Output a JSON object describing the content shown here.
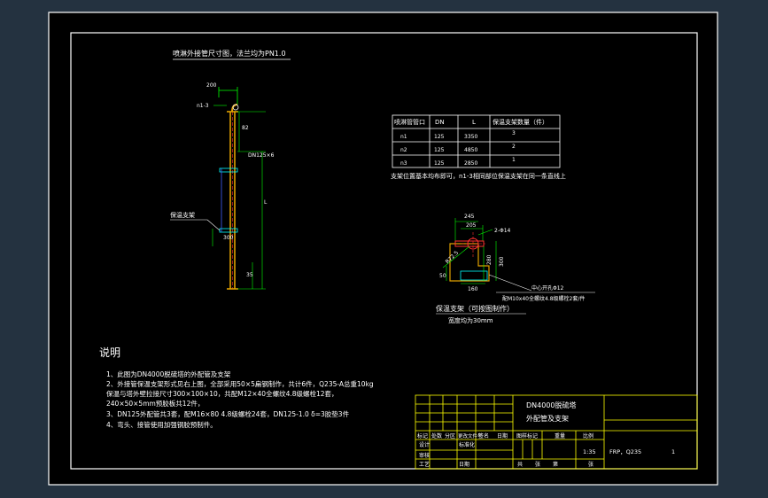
{
  "drawing": {
    "title": "喷淋外接管尺寸图，法兰均为PN1.0",
    "dims": {
      "d200": "200",
      "n1": "n1-3",
      "d82": "82",
      "dn": "DN125×6",
      "l": "L",
      "d300": "300",
      "d35": "35",
      "support_label": "保温支架"
    },
    "table": {
      "headers": [
        "喷淋管管口",
        "DN",
        "L",
        "保温支架数量（件）"
      ],
      "rows": [
        [
          "n1",
          "125",
          "3350",
          "3"
        ],
        [
          "n2",
          "125",
          "4850",
          "2"
        ],
        [
          "n3",
          "125",
          "2850",
          "1"
        ]
      ],
      "note": "支架位置基本均布即可，n1-3相同部位保温支架在同一条直线上"
    },
    "detail": {
      "d245": "245",
      "d205": "205",
      "d4m14": "2-Φ14",
      "d280": "280",
      "d300": "300",
      "d50": "50",
      "d160": "160",
      "r": "R72.5",
      "center": "中心开孔Φ12",
      "weld": "配M10x40全螺纹4.8级螺栓2套/件",
      "caption": "保温支架（可按图制作）",
      "width_note": "宽度均为30mm"
    }
  },
  "notes": {
    "heading": "说明",
    "lines": [
      "1、此图为DN4000脱硫塔的外配管及支架",
      "2、外接管保温支架形式见右上图，全部采用50×5扁钢制作，共计6件，Q235-A总重10kg",
      "保温与塔外壁拉接尺寸300×100×10，共配M12×40全螺纹4.8级螺栓12套，",
      "240×50×5mm预胶板共12件，",
      "3、DN125外配管共3套，配M16×80 4.8级螺栓24套，DN125-1.0 δ=3胶垫3件",
      "4、弯头、接管使用加强钢胶预制件。"
    ]
  },
  "titleblock": {
    "name_line1": "DN4000脱硫塔",
    "name_line2": "外配管及支架",
    "scale": "1:35",
    "material": "FRP，Q235",
    "count": "1",
    "hdr_labels": [
      "标记",
      "处数",
      "分区",
      "更改文件号",
      "签名",
      "日期"
    ],
    "row_labels": [
      "设计",
      "标准化",
      "审核",
      "工艺",
      "日期"
    ],
    "col_labels": [
      "图样标记",
      "重量",
      "比例"
    ],
    "bottom_labels": [
      "共",
      "张",
      "第",
      "张"
    ]
  },
  "colors": {
    "background": "#243240",
    "paper": "#000000",
    "frame": "#ffffff",
    "text": "#ffffff",
    "yellow": "#ffff00",
    "cyan": "#00ffff",
    "green": "#00ff00",
    "red": "#ff3030",
    "pipe": "#e0a000",
    "blue": "#4060ff"
  }
}
